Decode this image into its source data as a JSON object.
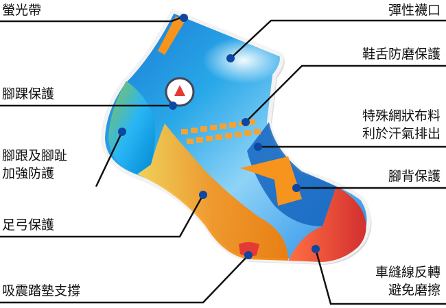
{
  "labels": {
    "fluorescent_band": "螢光帶",
    "elastic_cuff": "彈性襪口",
    "tongue_protection": "鞋舌防磨保護",
    "ankle_protection": "腳踝保護",
    "special_mesh_line1": "特殊網狀布料",
    "special_mesh_line2": "利於汗氣排出",
    "heel_toe_line1": "腳跟及腳趾",
    "heel_toe_line2": "加強防護",
    "instep_protection": "腳背保護",
    "arch_protection": "足弓保護",
    "reverse_seam_line1": "車縫線反轉",
    "reverse_seam_line2": "避免磨擦",
    "cushion_support": "吸震踏墊支撐"
  },
  "colors": {
    "leader_line": "#111111",
    "callout_dot": "#0d47a1",
    "sock_blue": "#1e88e5",
    "sock_light": "#8fd3f7",
    "sock_orange": "#f7941d",
    "sock_red": "#e53935",
    "sock_green": "#8bc34a",
    "mesh_orange": "#f4a233"
  }
}
